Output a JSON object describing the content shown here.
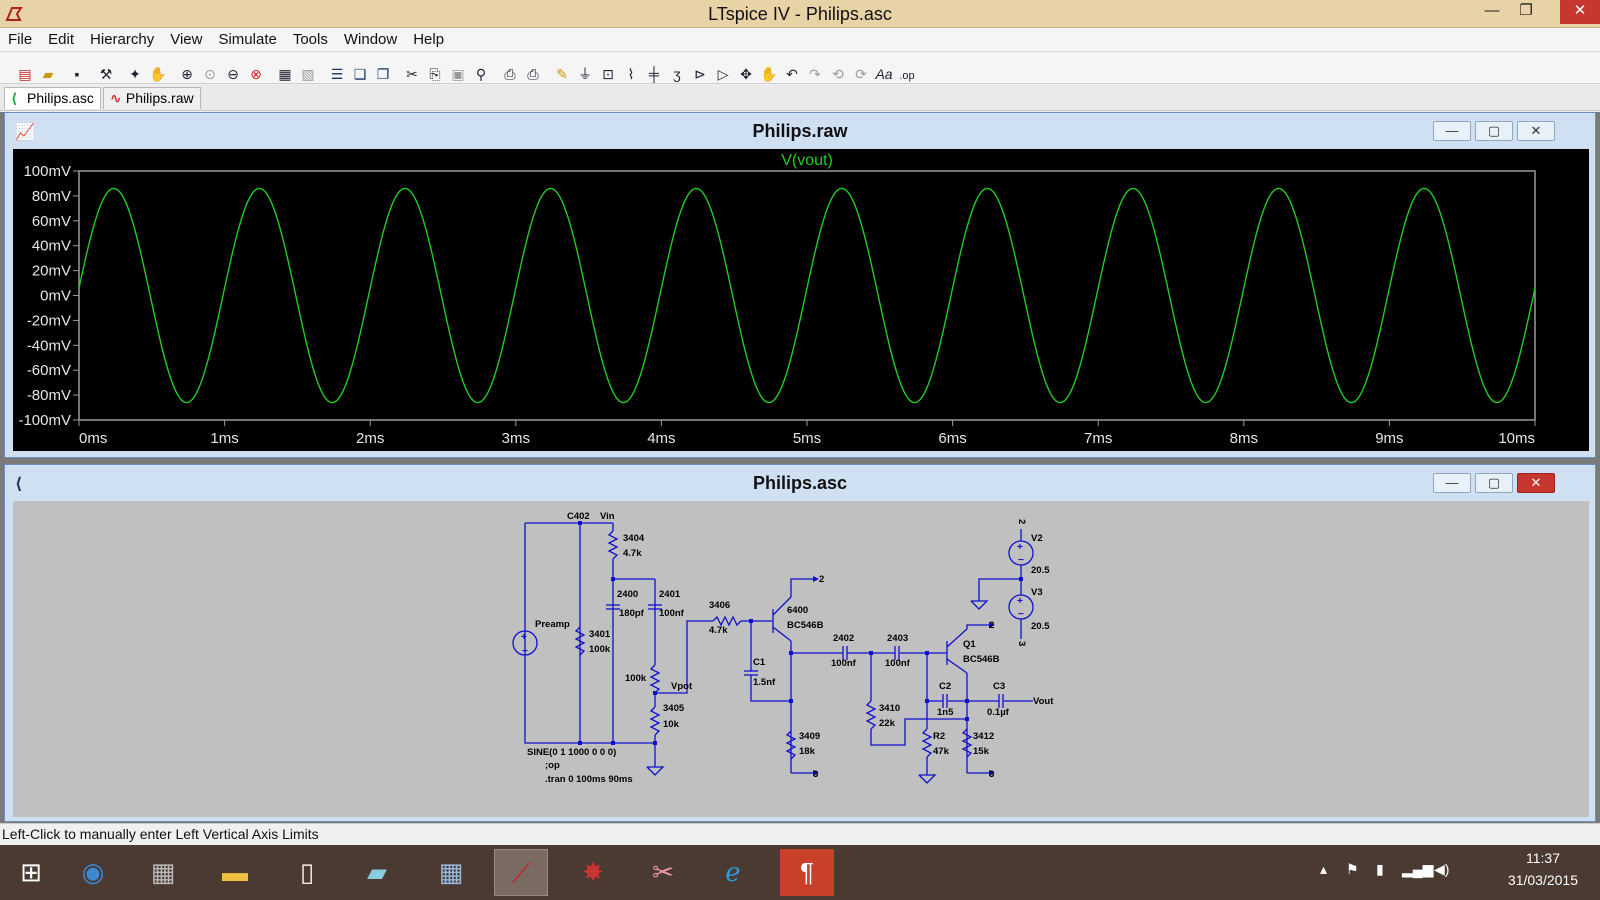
{
  "window": {
    "title": "LTspice IV - Philips.asc",
    "min": "—",
    "max": "❐",
    "close": "✕"
  },
  "menu": [
    "File",
    "Edit",
    "Hierarchy",
    "View",
    "Simulate",
    "Tools",
    "Window",
    "Help"
  ],
  "tabs": [
    {
      "label": "Philips.asc",
      "icon": "schematic-icon",
      "active": true
    },
    {
      "label": "Philips.raw",
      "icon": "waveform-icon",
      "active": false
    }
  ],
  "waveform_window": {
    "title": "Philips.raw",
    "trace_label": "V(vout)",
    "trace_color": "#22cc22",
    "ytick_labels": [
      "100mV",
      "80mV",
      "60mV",
      "40mV",
      "20mV",
      "0mV",
      "-20mV",
      "-40mV",
      "-60mV",
      "-80mV",
      "-100mV"
    ],
    "xtick_labels": [
      "0ms",
      "1ms",
      "2ms",
      "3ms",
      "4ms",
      "5ms",
      "6ms",
      "7ms",
      "8ms",
      "9ms",
      "10ms"
    ]
  },
  "chart_data": {
    "type": "line",
    "series": [
      {
        "name": "V(vout)",
        "color": "#22cc22",
        "amplitude": 86,
        "frequency_hz": 1000,
        "phase_rad": 0.07
      }
    ],
    "x_unit": "ms",
    "xlim": [
      0,
      10
    ],
    "ylim": [
      -100,
      100
    ],
    "y_unit": "mV",
    "x_ticks": [
      0,
      1,
      2,
      3,
      4,
      5,
      6,
      7,
      8,
      9,
      10
    ],
    "y_ticks": [
      100,
      80,
      60,
      40,
      20,
      0,
      -20,
      -40,
      -60,
      -80,
      -100
    ]
  },
  "schematic_window": {
    "title": "Philips.asc",
    "labels": {
      "c402": "C402",
      "vin": "Vin",
      "r3404": "3404",
      "r3404v": "4.7k",
      "c2400": "2400",
      "c2400v": "180pf",
      "c2401": "2401",
      "c2401v": "100nf",
      "preamp": "Preamp",
      "r3401": "3401",
      "r3401v": "100k",
      "pot": "100k",
      "vpot": "Vpot",
      "r3405": "3405",
      "r3405v": "10k",
      "r3406": "3406",
      "r3406v": "4.7k",
      "q6400": "6400",
      "q6400m": "BC546B",
      "c1": "C1",
      "c1v": "1.5nf",
      "r3409": "3409",
      "r3409v": "18k",
      "c2402": "2402",
      "c2402v": "100nf",
      "c2403": "2403",
      "c2403v": "100nf",
      "r3410": "3410",
      "r3410v": "22k",
      "q1": "Q1",
      "q1m": "BC546B",
      "c2": "C2",
      "c2v": "1n5",
      "c3": "C3",
      "c3v": "0.1µf",
      "vout": "Vout",
      "r2": "R2",
      "r2v": "47k",
      "r3412": "3412",
      "r3412v": "15k",
      "v2": "V2",
      "v2v": "20.5",
      "v3": "V3",
      "v3v": "20.5",
      "n2a": "2",
      "n2b": "2",
      "n2c": "2",
      "n3a": "3",
      "n3b": "3",
      "n3c": "3",
      "sine": "SINE(0 1 1000 0 0 0)",
      "op": ";op",
      "tran": ".tran 0 100ms 90ms"
    }
  },
  "status": "Left-Click to manually enter Left Vertical Axis Limits",
  "taskbar": {
    "time": "11:37",
    "date": "31/03/2015"
  }
}
